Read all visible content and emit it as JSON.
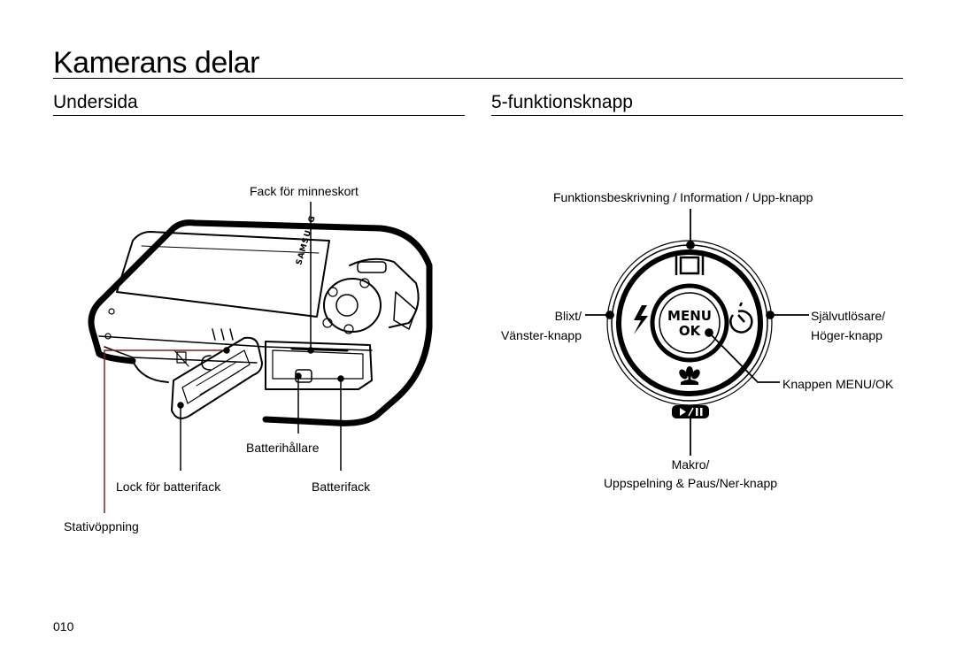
{
  "page": {
    "title": "Kamerans delar",
    "page_number": "010"
  },
  "left_section": {
    "heading": "Undersida",
    "labels": {
      "memory_card_slot": "Fack för minneskort",
      "battery_holder": "Batterihållare",
      "battery_cover_lock": "Lock för batterifack",
      "battery_compartment": "Batterifack",
      "tripod_socket": "Stativöppning"
    }
  },
  "right_section": {
    "heading": "5-funktionsknapp",
    "labels": {
      "up": "Funktionsbeskrivning / Information / Upp-knapp",
      "left_line1": "Blixt/",
      "left_line2": "Vänster-knapp",
      "right_line1": "Självutlösare/",
      "right_line2": "Höger-knapp",
      "menu_ok": "Knappen MENU/OK",
      "down_line1": "Makro/",
      "down_line2": "Uppspelning & Paus/Ner-knapp"
    },
    "button_text": {
      "menu": "MENU",
      "ok": "OK"
    }
  }
}
